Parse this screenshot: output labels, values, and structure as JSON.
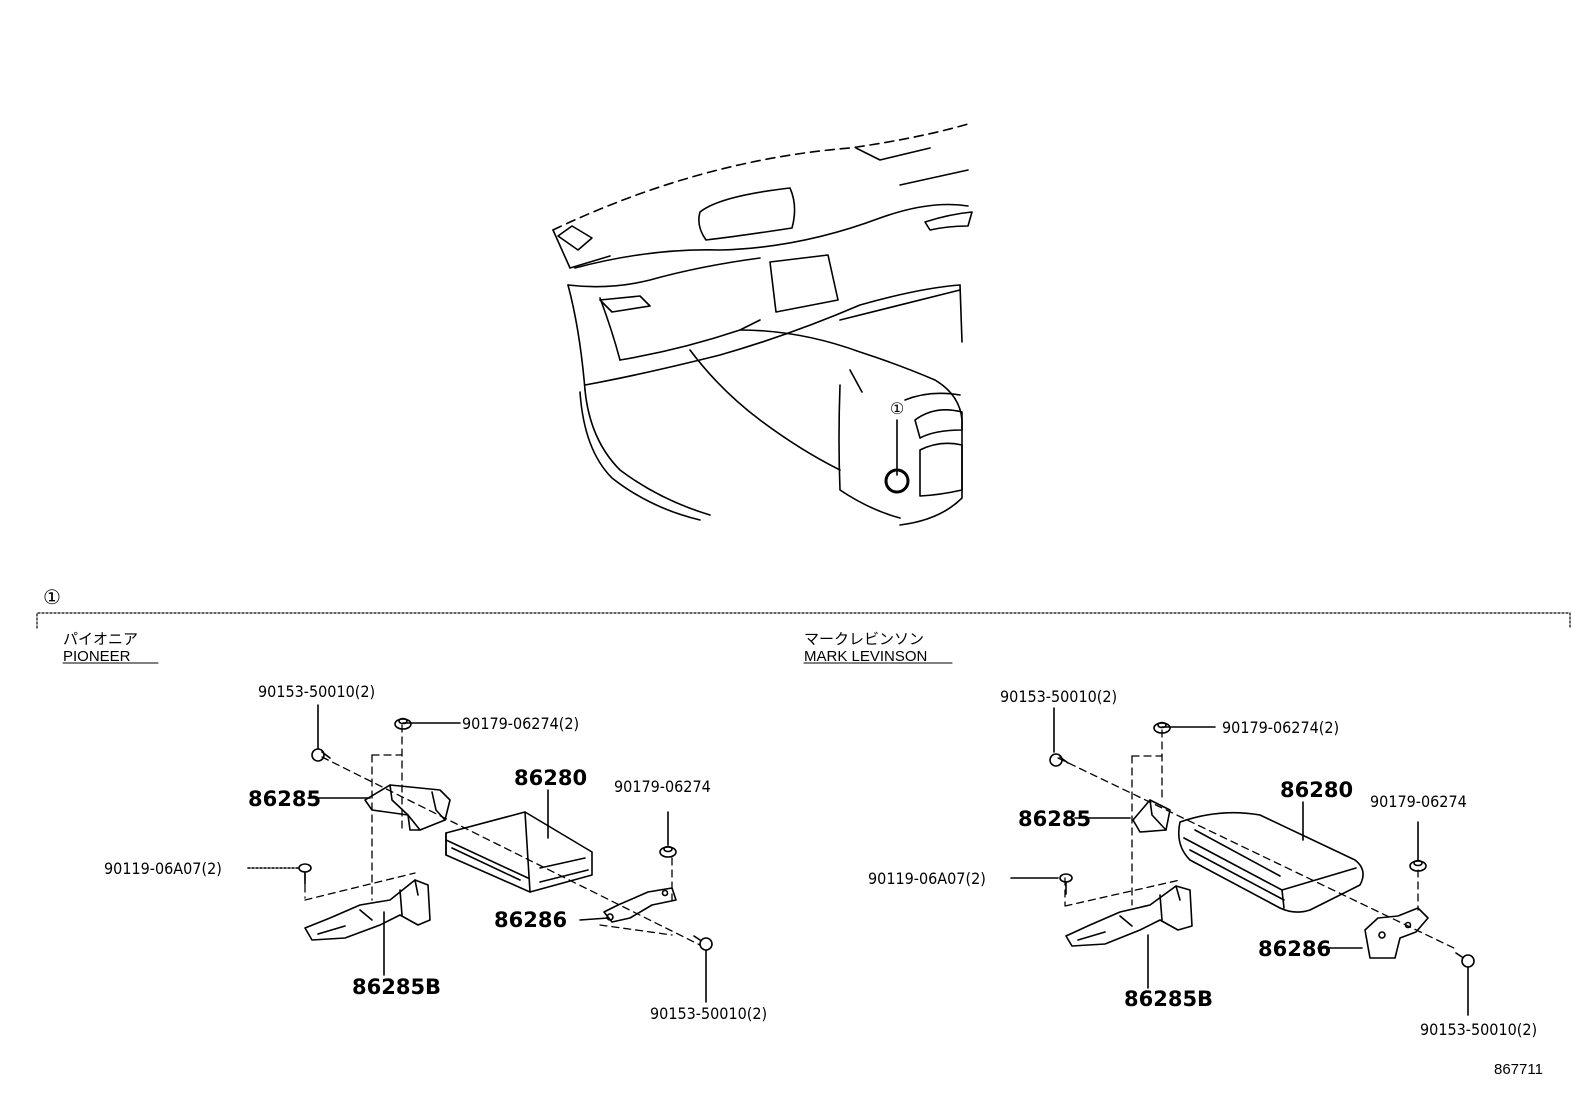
{
  "callout": {
    "symbol": "①"
  },
  "sections": {
    "pioneer": {
      "jp": "パイオニア",
      "en": "PIONEER"
    },
    "mark_levinson": {
      "jp": "マークレビンソン",
      "en": "MARK LEVINSON"
    }
  },
  "parts": {
    "p_bolt_top": "90153-50010(2)",
    "p_nut_top": "90179-06274(2)",
    "p_amp": "86280",
    "p_nut_right": "90179-06274",
    "p_bracket": "86285",
    "p_screw": "90119-06A07(2)",
    "p_bracket_right": "86286",
    "p_bracket_b": "86285B",
    "p_bolt_bottom": "90153-50010(2)",
    "m_bolt_top": "90153-50010(2)",
    "m_nut_top": "90179-06274(2)",
    "m_amp": "86280",
    "m_nut_right": "90179-06274",
    "m_bracket": "86285",
    "m_screw": "90119-06A07(2)",
    "m_bracket_right": "86286",
    "m_bracket_b": "86285B",
    "m_bolt_bottom": "90153-50010(2)"
  },
  "diagram_ref": "867711"
}
